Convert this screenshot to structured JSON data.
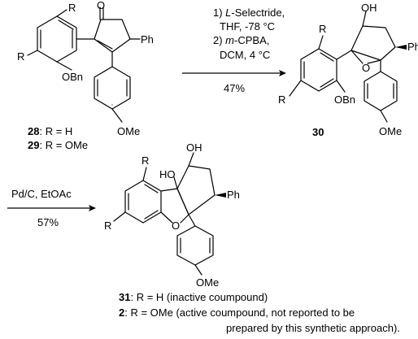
{
  "step1": {
    "cond1": "1) ",
    "cond1_italic": "L",
    "cond1_rest": "-Selectride,",
    "cond2": "THF, -78 °C",
    "cond3": "2) ",
    "cond3_italic": "m",
    "cond3_rest": "-CPBA,",
    "cond4": "DCM, 4 °C",
    "yield": "47%"
  },
  "step2": {
    "cond1": "Pd/C, EtOAc",
    "yield": "57%"
  },
  "sm": {
    "label_28_num": "28",
    "label_28_rest": ": R = H",
    "label_29_num": "29",
    "label_29_rest": ": R = OMe"
  },
  "int": {
    "label_num": "30"
  },
  "notes": {
    "n31_num": "31",
    "n31_rest": ": R = H (inactive coumpound)",
    "n2_num": "2",
    "n2_rest": ": R = OMe (active coumpound, not reported to be",
    "n2_cont": "prepared by this synthetic approach)."
  },
  "atoms": {
    "R": "R",
    "O": "O",
    "OH": "OH",
    "HO": "HO",
    "Ph": "Ph",
    "OBn": "OBn",
    "OMe": "OMe"
  }
}
